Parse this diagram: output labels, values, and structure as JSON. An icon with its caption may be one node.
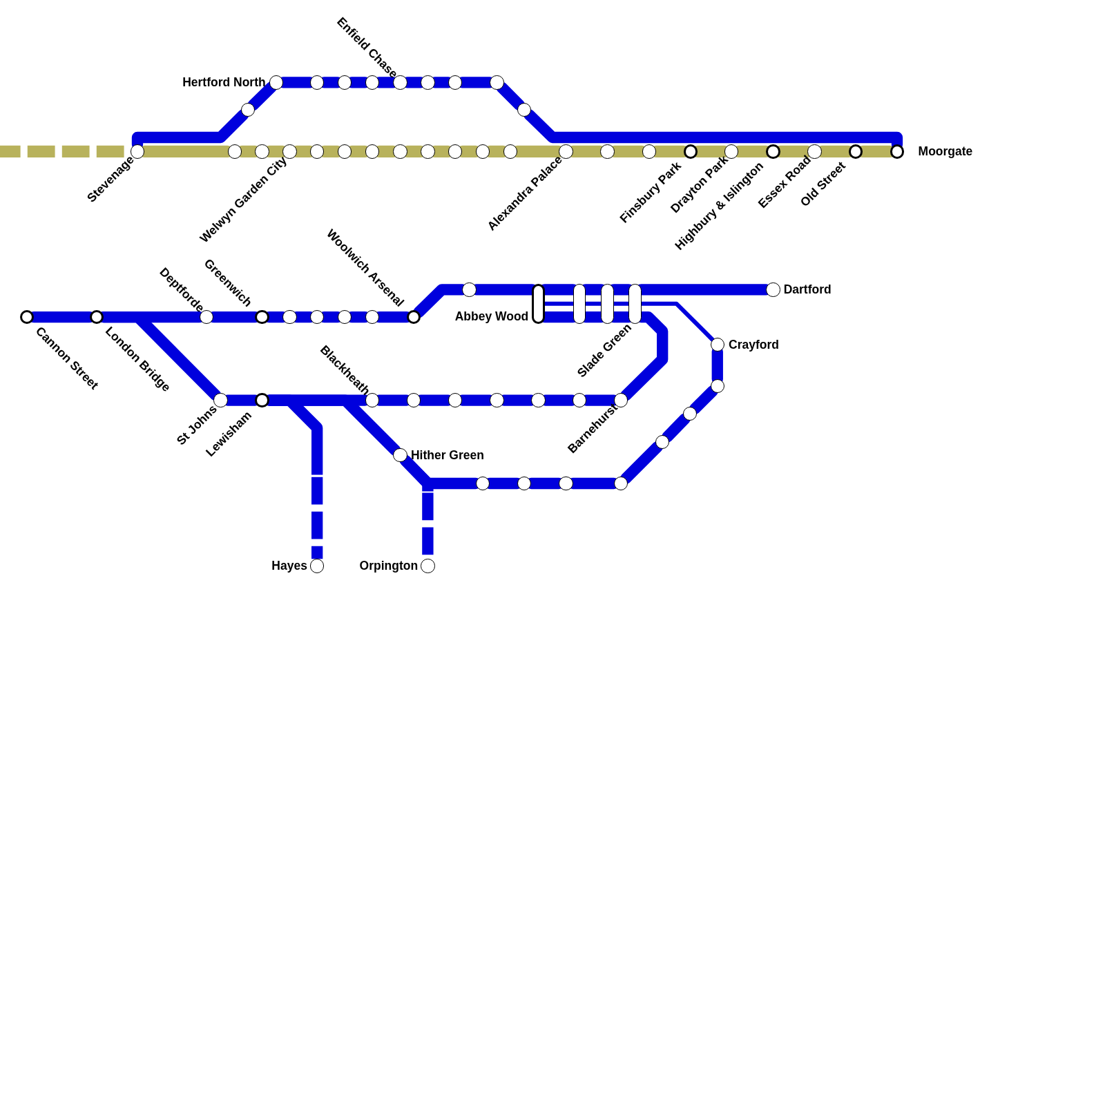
{
  "diagram": {
    "nodes": [
      {
        "text": [],
        "shape": "circle",
        "beside": [
          "Stevenage"
        ]
      },
      {
        "text": [],
        "shape": "circle"
      },
      {
        "text": [],
        "shape": "circle"
      },
      {
        "text": [],
        "shape": "circle",
        "beside": [
          "Welwyn Garden City"
        ]
      },
      {
        "text": [],
        "shape": "circle"
      },
      {
        "text": [],
        "shape": "circle"
      },
      {
        "text": [],
        "shape": "circle"
      },
      {
        "text": [],
        "shape": "circle"
      },
      {
        "text": [],
        "shape": "circle"
      },
      {
        "text": [],
        "shape": "circle"
      },
      {
        "text": [],
        "shape": "circle"
      },
      {
        "text": [],
        "shape": "circle"
      },
      {
        "text": [],
        "shape": "circle",
        "beside": [
          "Alexandra Palace"
        ]
      },
      {
        "text": [],
        "shape": "circle"
      },
      {
        "text": [],
        "shape": "circle"
      },
      {
        "text": [],
        "shape": "circle",
        "beside": [
          "Finsbury Park"
        ]
      },
      {
        "text": [],
        "shape": "circle",
        "beside": [
          "Drayton Park"
        ]
      },
      {
        "text": [],
        "shape": "circle",
        "beside": [
          "Highbury & Islington"
        ]
      },
      {
        "text": [],
        "shape": "circle",
        "beside": [
          "Essex Road"
        ]
      },
      {
        "text": [],
        "shape": "circle",
        "beside": [
          "Old Street"
        ]
      },
      {
        "text": [],
        "shape": "circle",
        "beside": [
          "Moorgate"
        ]
      },
      {
        "text": [],
        "shape": "circle"
      },
      {
        "text": [],
        "shape": "circle",
        "beside": [
          "Hertford North"
        ]
      },
      {
        "text": [],
        "shape": "circle"
      },
      {
        "text": [],
        "shape": "circle"
      },
      {
        "text": [],
        "shape": "circle"
      },
      {
        "text": [],
        "shape": "circle",
        "beside": [
          "Enfield Chase"
        ]
      },
      {
        "text": [],
        "shape": "circle"
      },
      {
        "text": [],
        "shape": "circle"
      },
      {
        "text": [],
        "shape": "circle"
      },
      {
        "text": [],
        "shape": "circle"
      },
      {
        "text": [],
        "shape": "circle",
        "beside": [
          "Cannon Street"
        ]
      },
      {
        "text": [],
        "shape": "circle",
        "beside": [
          "London Bridge"
        ]
      },
      {
        "text": [],
        "shape": "circle",
        "beside": [
          "Deptforde"
        ]
      },
      {
        "text": [],
        "shape": "circle",
        "beside": [
          "Greenwich"
        ]
      },
      {
        "text": [],
        "shape": "circle"
      },
      {
        "text": [],
        "shape": "circle"
      },
      {
        "text": [],
        "shape": "circle"
      },
      {
        "text": [],
        "shape": "circle"
      },
      {
        "text": [],
        "shape": "circle",
        "beside": [
          "Woolwich Arsenal"
        ]
      },
      {
        "text": [],
        "shape": "circle"
      },
      {
        "text": [],
        "shape": "bar",
        "beside": [
          "Abbey Wood"
        ]
      },
      {
        "text": [],
        "shape": "bar"
      },
      {
        "text": [],
        "shape": "bar"
      },
      {
        "text": [],
        "shape": "bar",
        "beside": [
          "Slade Green"
        ]
      },
      {
        "text": [],
        "shape": "circle",
        "beside": [
          "Dartford"
        ]
      },
      {
        "text": [],
        "shape": "circle",
        "beside": [
          "Crayford"
        ]
      },
      {
        "text": [],
        "shape": "circle"
      },
      {
        "text": [],
        "shape": "circle"
      },
      {
        "text": [],
        "shape": "circle"
      },
      {
        "text": [],
        "shape": "circle"
      },
      {
        "text": [],
        "shape": "circle"
      },
      {
        "text": [],
        "shape": "circle"
      },
      {
        "text": [],
        "shape": "circle"
      },
      {
        "text": [],
        "shape": "circle",
        "beside": [
          "Hither Green"
        ]
      },
      {
        "text": [],
        "shape": "circle",
        "beside": [
          "Orpington"
        ]
      },
      {
        "text": [],
        "shape": "circle",
        "beside": [
          "St Johns"
        ]
      },
      {
        "text": [],
        "shape": "circle",
        "beside": [
          "Lewisham"
        ]
      },
      {
        "text": [],
        "shape": "circle",
        "beside": [
          "Hayes"
        ]
      },
      {
        "text": [],
        "shape": "circle",
        "beside": [
          "Blackheath"
        ]
      },
      {
        "text": [],
        "shape": "circle"
      },
      {
        "text": [],
        "shape": "circle"
      },
      {
        "text": [],
        "shape": "circle"
      },
      {
        "text": [],
        "shape": "circle"
      },
      {
        "text": [],
        "shape": "circle"
      },
      {
        "text": [],
        "shape": "circle",
        "beside": [
          "Barnehurst"
        ]
      }
    ],
    "edges": [
      {
        "from": null,
        "to": 0,
        "arrow": "none",
        "style": "dashed",
        "color": "#b8b25c"
      },
      {
        "from": 0,
        "to": 1,
        "arrow": "none",
        "color": "#b8b25c"
      },
      {
        "from": 1,
        "to": 2,
        "arrow": "none",
        "color": "#b8b25c"
      },
      {
        "from": 2,
        "to": 3,
        "arrow": "none",
        "color": "#b8b25c"
      },
      {
        "from": 3,
        "to": 4,
        "arrow": "none",
        "color": "#b8b25c"
      },
      {
        "from": 4,
        "to": 5,
        "arrow": "none",
        "color": "#b8b25c"
      },
      {
        "from": 5,
        "to": 6,
        "arrow": "none",
        "color": "#b8b25c"
      },
      {
        "from": 6,
        "to": 7,
        "arrow": "none",
        "color": "#b8b25c"
      },
      {
        "from": 7,
        "to": 8,
        "arrow": "none",
        "color": "#b8b25c"
      },
      {
        "from": 8,
        "to": 9,
        "arrow": "none",
        "color": "#b8b25c"
      },
      {
        "from": 9,
        "to": 10,
        "arrow": "none",
        "color": "#b8b25c"
      },
      {
        "from": 10,
        "to": 11,
        "arrow": "none",
        "color": "#b8b25c"
      },
      {
        "from": 11,
        "to": 12,
        "arrow": "none",
        "color": "#b8b25c"
      },
      {
        "from": 12,
        "to": 13,
        "arrow": "none",
        "color": "#b8b25c"
      },
      {
        "from": 13,
        "to": 14,
        "arrow": "none",
        "color": "#b8b25c"
      },
      {
        "from": 14,
        "to": 15,
        "arrow": "none",
        "color": "#b8b25c"
      },
      {
        "from": 15,
        "to": 16,
        "arrow": "none",
        "color": "#b8b25c"
      },
      {
        "from": 16,
        "to": 17,
        "arrow": "none",
        "color": "#b8b25c"
      },
      {
        "from": 17,
        "to": 18,
        "arrow": "none",
        "color": "#b8b25c"
      },
      {
        "from": 18,
        "to": 19,
        "arrow": "none",
        "color": "#b8b25c"
      },
      {
        "from": 19,
        "to": 20,
        "arrow": "none",
        "color": "#b8b25c"
      },
      {
        "from": 0,
        "to": 21,
        "arrow": "none"
      },
      {
        "from": 21,
        "to": 22,
        "arrow": "none"
      },
      {
        "from": 22,
        "to": 23,
        "arrow": "none"
      },
      {
        "from": 23,
        "to": 24,
        "arrow": "none"
      },
      {
        "from": 24,
        "to": 25,
        "arrow": "none"
      },
      {
        "from": 25,
        "to": 26,
        "arrow": "none"
      },
      {
        "from": 26,
        "to": 27,
        "arrow": "none"
      },
      {
        "from": 27,
        "to": 28,
        "arrow": "none"
      },
      {
        "from": 28,
        "to": 29,
        "arrow": "none"
      },
      {
        "from": 29,
        "to": 30,
        "arrow": "none"
      },
      {
        "from": 30,
        "to": 20,
        "arrow": "none"
      },
      {
        "from": 31,
        "to": 32,
        "arrow": "none"
      },
      {
        "from": 32,
        "to": 33,
        "arrow": "none"
      },
      {
        "from": 33,
        "to": 34,
        "arrow": "none"
      },
      {
        "from": 34,
        "to": 35,
        "arrow": "none"
      },
      {
        "from": 35,
        "to": 36,
        "arrow": "none"
      },
      {
        "from": 36,
        "to": 37,
        "arrow": "none"
      },
      {
        "from": 37,
        "to": 38,
        "arrow": "none"
      },
      {
        "from": 38,
        "to": 39,
        "arrow": "none"
      },
      {
        "from": 39,
        "to": 40,
        "arrow": "none"
      },
      {
        "from": 40,
        "to": 41,
        "arrow": "none"
      },
      {
        "from": 41,
        "to": 42,
        "arrow": "none"
      },
      {
        "from": 42,
        "to": 43,
        "arrow": "none"
      },
      {
        "from": 43,
        "to": 44,
        "arrow": "none"
      },
      {
        "from": 44,
        "to": 45,
        "arrow": "none"
      },
      {
        "from": 41,
        "to": 42,
        "arrow": "none"
      },
      {
        "from": 42,
        "to": 43,
        "arrow": "none"
      },
      {
        "from": 43,
        "to": 44,
        "arrow": "none"
      },
      {
        "from": 44,
        "to": 46,
        "arrow": "none"
      },
      {
        "from": 41,
        "to": 42,
        "arrow": "none"
      },
      {
        "from": 42,
        "to": 43,
        "arrow": "none"
      },
      {
        "from": 43,
        "to": 44,
        "arrow": "none"
      },
      {
        "from": 44,
        "to": 65,
        "arrow": "none"
      },
      {
        "from": 46,
        "to": 47,
        "arrow": "none"
      },
      {
        "from": 47,
        "to": 48,
        "arrow": "none"
      },
      {
        "from": 48,
        "to": 49,
        "arrow": "none"
      },
      {
        "from": 49,
        "to": 50,
        "arrow": "none"
      },
      {
        "from": 50,
        "to": 51,
        "arrow": "none"
      },
      {
        "from": 51,
        "to": 52,
        "arrow": "none"
      },
      {
        "from": 52,
        "to": 53,
        "arrow": "none"
      },
      {
        "from": 53,
        "to": 54,
        "arrow": "none"
      },
      {
        "from": 54,
        "to": 55,
        "arrow": "none",
        "style": "dashed"
      },
      {
        "from": 32,
        "to": 56,
        "arrow": "none"
      },
      {
        "from": 56,
        "to": 57,
        "arrow": "none"
      },
      {
        "from": 57,
        "to": 59,
        "arrow": "none"
      },
      {
        "from": 57,
        "to": 58,
        "arrow": "none",
        "style": "dashed"
      },
      {
        "from": 57,
        "to": 54,
        "arrow": "none"
      },
      {
        "from": 59,
        "to": 60,
        "arrow": "none"
      },
      {
        "from": 60,
        "to": 61,
        "arrow": "none"
      },
      {
        "from": 61,
        "to": 62,
        "arrow": "none"
      },
      {
        "from": 62,
        "to": 63,
        "arrow": "none"
      },
      {
        "from": 63,
        "to": 64,
        "arrow": "none"
      },
      {
        "from": 64,
        "to": 65,
        "arrow": "none"
      }
    ]
  }
}
